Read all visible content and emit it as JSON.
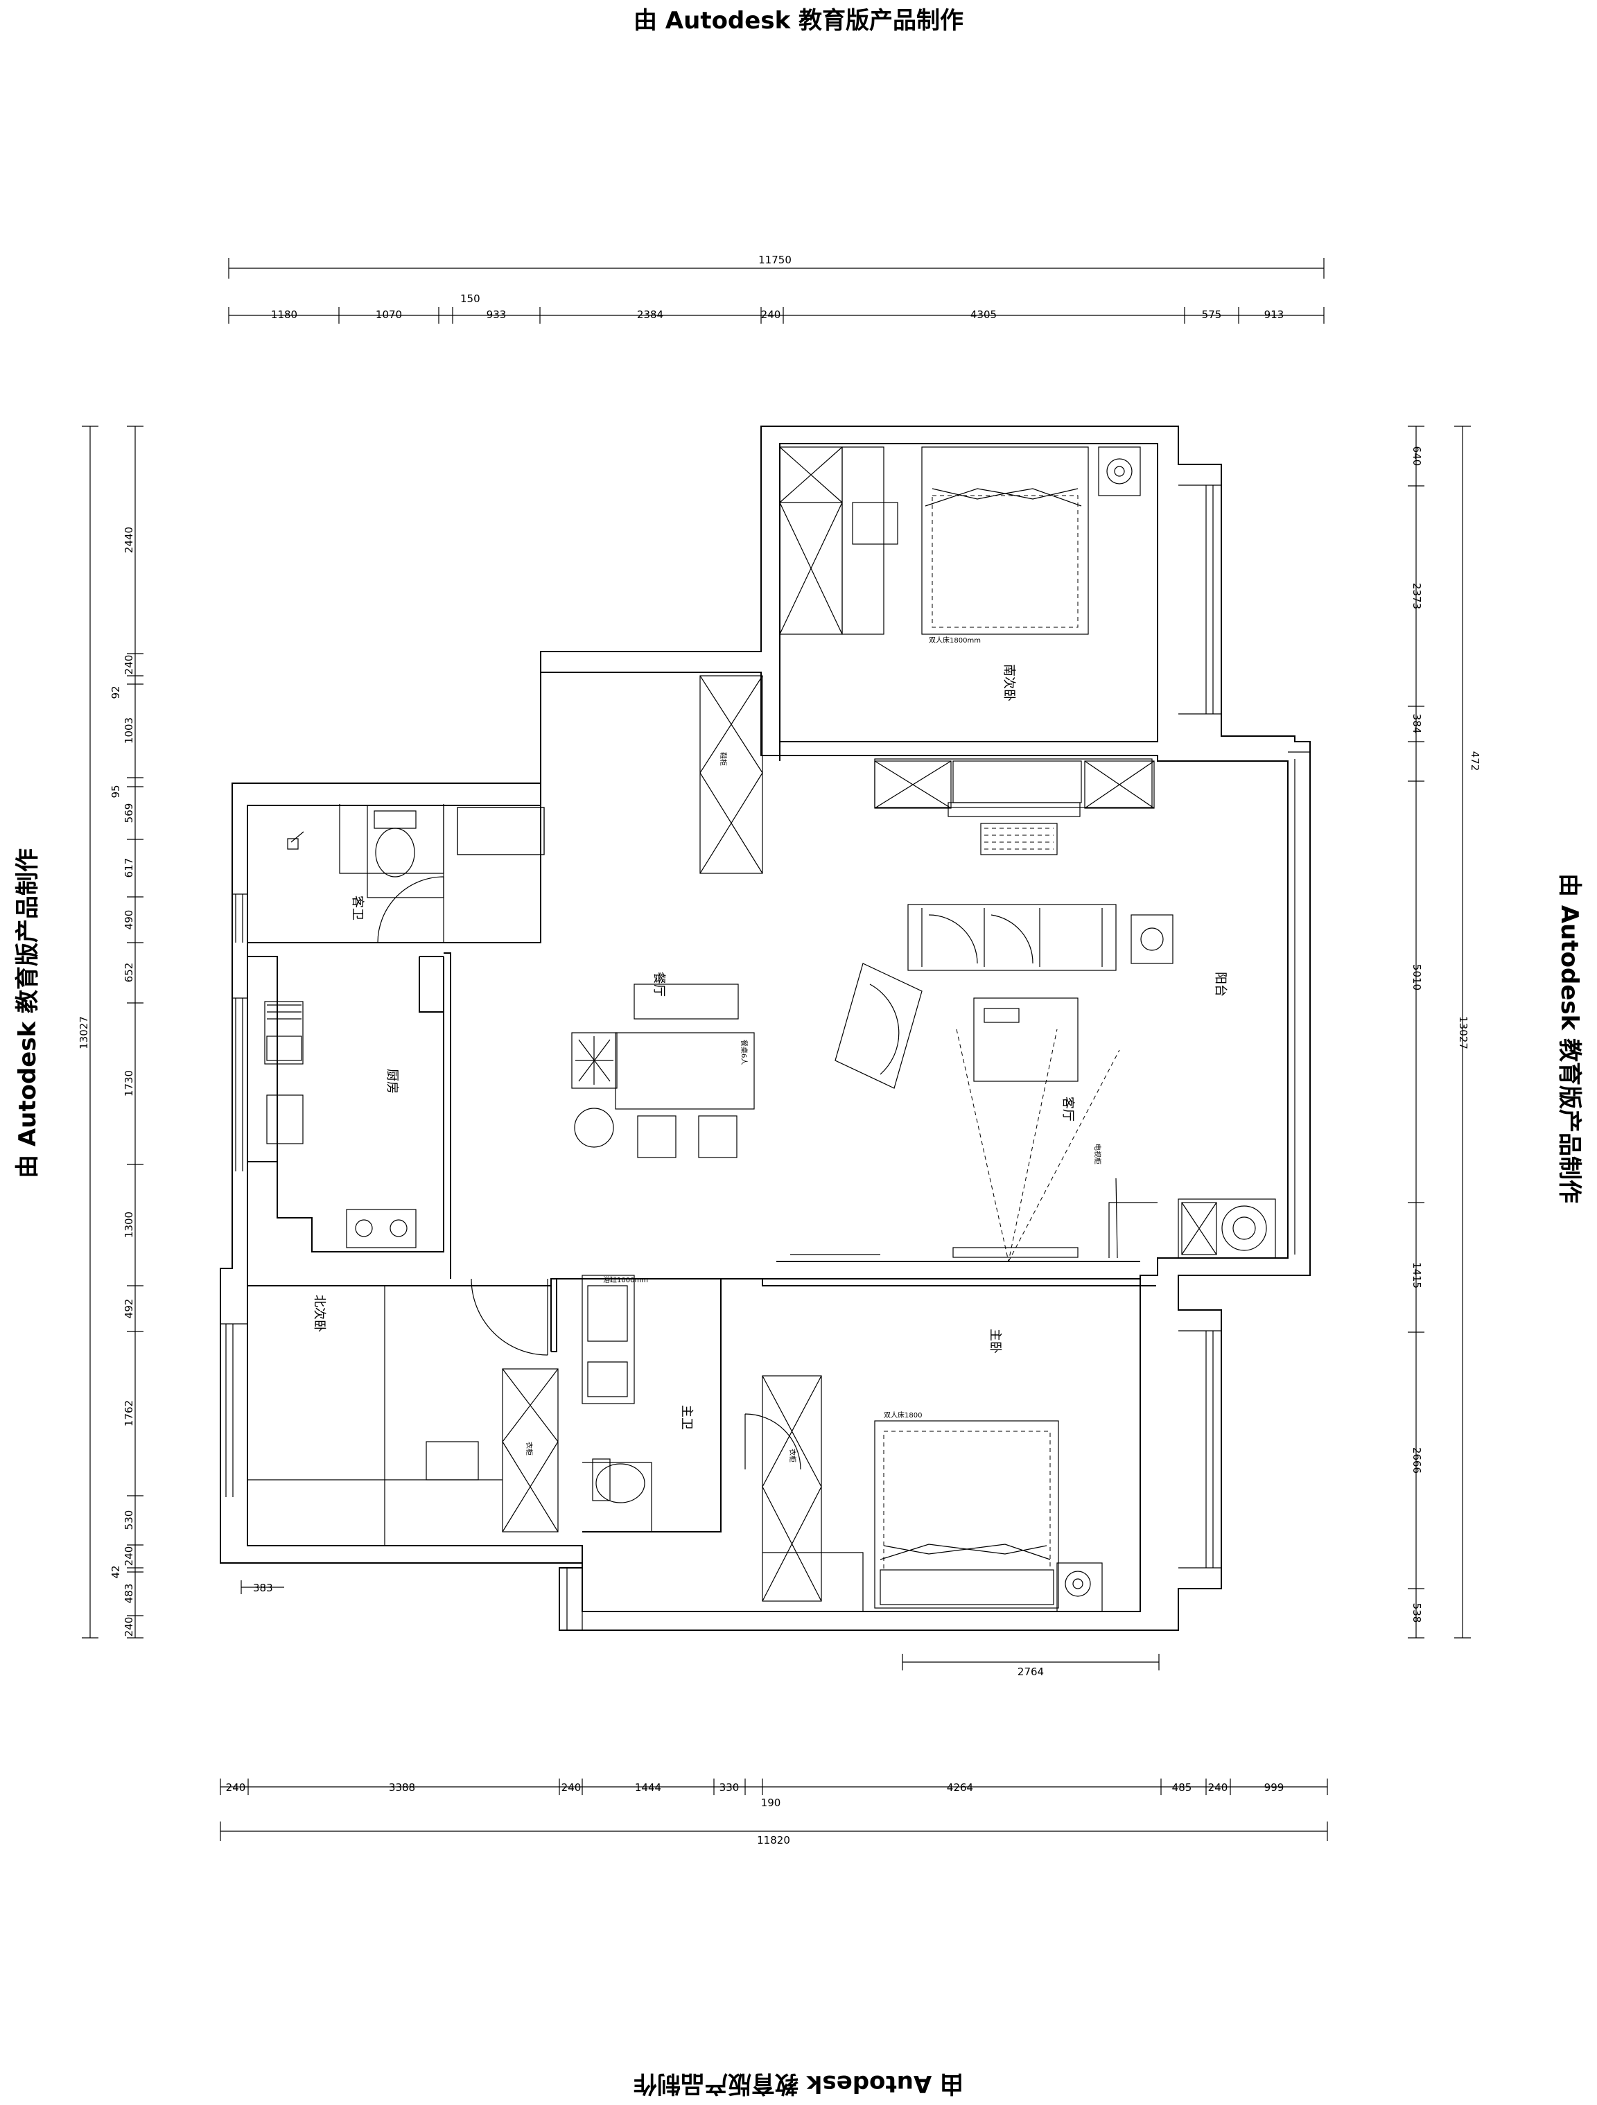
{
  "watermark": "由 Autodesk 教育版产品制作",
  "dims": {
    "top_total": "11750",
    "top_150": "150",
    "top_segments": [
      "1180",
      "1070",
      "933",
      "2384",
      "240",
      "4305",
      "575",
      "913"
    ],
    "bottom_total": "11820",
    "bottom_segments": [
      "240",
      "3388",
      "240",
      "1444",
      "330",
      "190",
      "4264",
      "485",
      "240",
      "999"
    ],
    "left_total": "13027",
    "left_segments": [
      "2440",
      "240",
      "92",
      "1003",
      "95",
      "569",
      "617",
      "490",
      "652",
      "1730",
      "1300",
      "492",
      "1762",
      "530",
      "240",
      "42",
      "483",
      "240"
    ],
    "right_total": "13027",
    "right_segments": [
      "640",
      "2373",
      "384",
      "472",
      "5010",
      "1415",
      "2666",
      "538"
    ],
    "inner_383": "383",
    "inner_2764": "2764"
  },
  "rooms": {
    "south_bedroom": "南次卧",
    "north_bedroom": "北次卧",
    "master_bedroom": "主卧",
    "master_bath": "主卫",
    "guest_bath": "客卫",
    "kitchen": "厨房",
    "dining": "餐厅",
    "living": "客厅",
    "balcony": "阳台"
  },
  "labels": {
    "bed_1800": "双人床1800mm",
    "bed_1800_b": "双人床1800",
    "bath_1000": "浴缸1000mm",
    "table_6": "餐桌6人",
    "tv_cabinet": "电视柜",
    "wardrobe": "衣柜",
    "shoe_cabinet": "鞋柜"
  }
}
